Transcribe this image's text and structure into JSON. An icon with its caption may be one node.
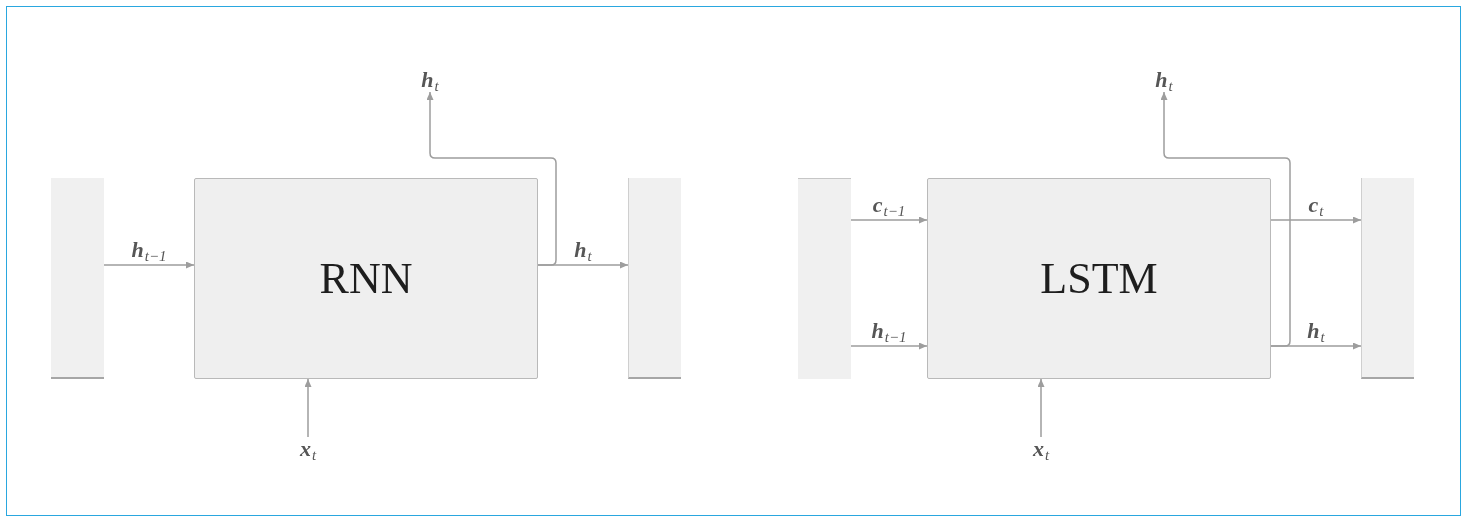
{
  "diagram": {
    "nodes": [
      {
        "text": [],
        "shape": "box"
      },
      {
        "text": [
          "RNN"
        ]
      },
      {
        "text": [],
        "shape": "box"
      },
      {
        "text": [
          "**h**$_{t}$"
        ]
      },
      {
        "text": [
          "**x**$_{t}$"
        ]
      },
      {
        "text": [],
        "shape": "box"
      },
      {
        "text": [
          "LSTM"
        ]
      },
      {
        "text": [],
        "shape": "box"
      },
      {
        "text": [
          "**h**$_{t}$"
        ]
      },
      {
        "text": [
          "**x**$_{t}$"
        ]
      }
    ],
    "edges": [
      {
        "from": 0,
        "to": 1,
        "arrow": "to",
        "label": "**h**$_{t−1}$"
      },
      {
        "from": 1,
        "to": 2,
        "arrow": "to",
        "label": "**h**$_{t}$"
      },
      {
        "from": 1,
        "to": 3,
        "arrow": "to"
      },
      {
        "from": 4,
        "to": 1,
        "arrow": "to"
      },
      {
        "from": 5,
        "to": 6,
        "arrow": "to",
        "label": "**c**$_{t−1}$"
      },
      {
        "from": 5,
        "to": 6,
        "arrow": "to",
        "label": "**h**$_{t−1}$"
      },
      {
        "from": 6,
        "to": 7,
        "arrow": "to",
        "label": "**c**$_{t}$"
      },
      {
        "from": 6,
        "to": 7,
        "arrow": "to",
        "label": "**h**$_{t}$"
      },
      {
        "from": 6,
        "to": 8,
        "arrow": "to"
      },
      {
        "from": 9,
        "to": 6,
        "arrow": "to"
      }
    ]
  }
}
